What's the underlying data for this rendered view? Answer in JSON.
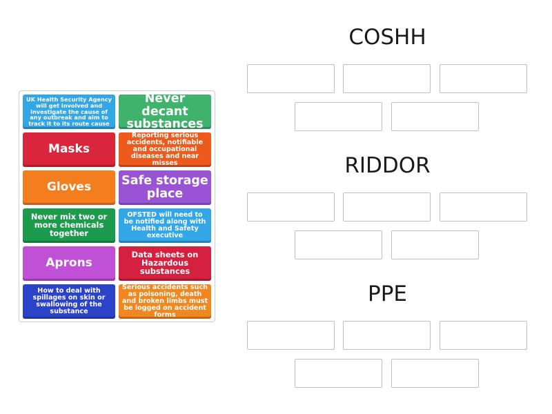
{
  "cards": [
    {
      "text": "UK Health Security Agency will get involved and investigate the cause of any outbreak and aim to track it to its route cause"
    },
    {
      "text": "Never decant substances"
    },
    {
      "text": "Masks"
    },
    {
      "text": "Reporting serious accidents, notifiable and occupational diseases and near misses"
    },
    {
      "text": "Gloves"
    },
    {
      "text": "Safe storage place"
    },
    {
      "text": "Never mix two or more chemicals together"
    },
    {
      "text": "OFSTED will need to be notified along with Health and Safety executive"
    },
    {
      "text": "Aprons"
    },
    {
      "text": "Data sheets on Hazardous substances"
    },
    {
      "text": "How to deal with spillages on skin or swallowing of the substance"
    },
    {
      "text": "Serious accidents such as poisoning, death and broken limbs must be logged on accident forms"
    }
  ],
  "groups": [
    {
      "title": "COSHH"
    },
    {
      "title": "RIDDOR"
    },
    {
      "title": "PPE"
    }
  ],
  "colors": {
    "blue": "#33a6e6",
    "green": "#3fb36c",
    "red": "#d9263d",
    "dark_orange": "#ee5a1b",
    "orange": "#f47e1e",
    "purple": "#9b53d6",
    "dark_green": "#1c9b4d",
    "magenta": "#c050d5",
    "crimson": "#d6203f",
    "navy": "#2b43c6",
    "amber": "#f2871f"
  }
}
